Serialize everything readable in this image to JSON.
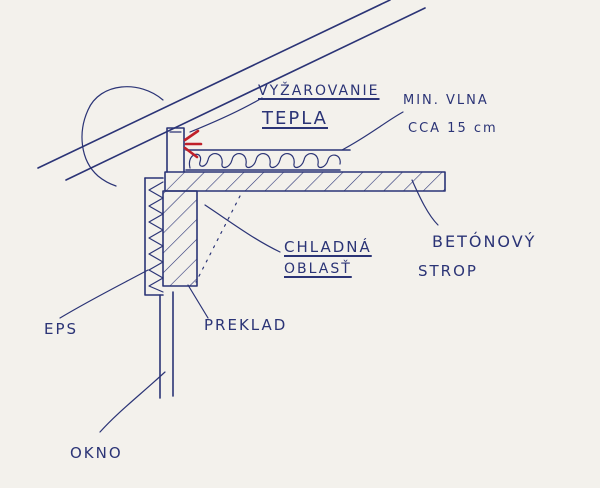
{
  "labels": {
    "heat_radiation_line1": "VYŽAROVANIE",
    "heat_radiation_line2": "TEPLA",
    "mineral_wool_line1": "MIN. VLNA",
    "mineral_wool_line2": "CCA 15 cm",
    "cold_zone_line1": "CHLADNÁ",
    "cold_zone_line2": "OBLASŤ",
    "concrete_slab_line1": "BETÓNOVÝ",
    "concrete_slab_line2": "STROP",
    "eps": "EPS",
    "lintel": "PREKLAD",
    "window": "OKNO"
  },
  "colors": {
    "ink": "#2b3476",
    "accent": "#c0202a",
    "paper": "#f3f1ec"
  }
}
